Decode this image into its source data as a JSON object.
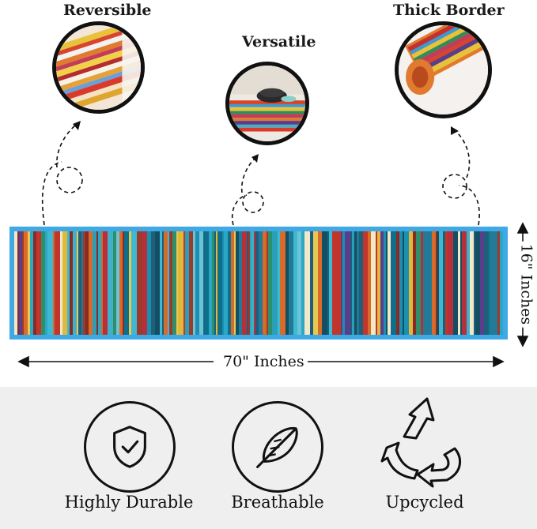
{
  "features": {
    "reversible": "Reversible",
    "versatile": "Versatile",
    "thick_border": "Thick Border"
  },
  "dimensions": {
    "width_label": "70\" Inches",
    "height_label": "16\" Inches"
  },
  "badges": {
    "durable": "Highly Durable",
    "breathable": "Breathable",
    "upcycled": "Upcycled"
  },
  "colors": {
    "runner_border": "#3fa9e6",
    "band_background": "#efefef"
  },
  "icons": [
    "shield-check-icon",
    "feather-icon",
    "recycle-arrows-icon"
  ]
}
